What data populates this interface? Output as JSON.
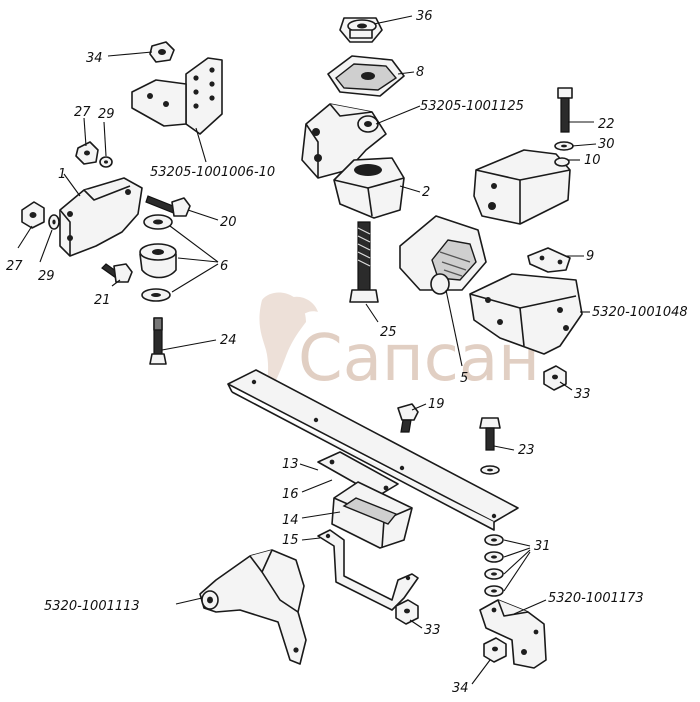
{
  "watermark": {
    "text": "Сапсан",
    "color": "#d8bfb0"
  },
  "callouts": {
    "c36": "36",
    "c8": "8",
    "c53205_1001125": "53205-1001125",
    "c34_top": "34",
    "c53205_1001006_10": "53205-1001006-10",
    "c27_top": "27",
    "c29_top": "29",
    "c1": "1",
    "c22": "22",
    "c30": "30",
    "c10": "10",
    "c2": "2",
    "c20": "20",
    "c27_left": "27",
    "c29_left": "29",
    "c6": "6",
    "c21": "21",
    "c9": "9",
    "c5320_1001048": "5320-1001048",
    "c24": "24",
    "c25": "25",
    "c5": "5",
    "c33_right": "33",
    "c19": "19",
    "c23": "23",
    "c13": "13",
    "c16": "16",
    "c14": "14",
    "c15": "15",
    "c31": "31",
    "c5320_1001113": "5320-1001113",
    "c5320_1001173": "5320-1001173",
    "c33_bottom": "33",
    "c34_bottom": "34"
  }
}
